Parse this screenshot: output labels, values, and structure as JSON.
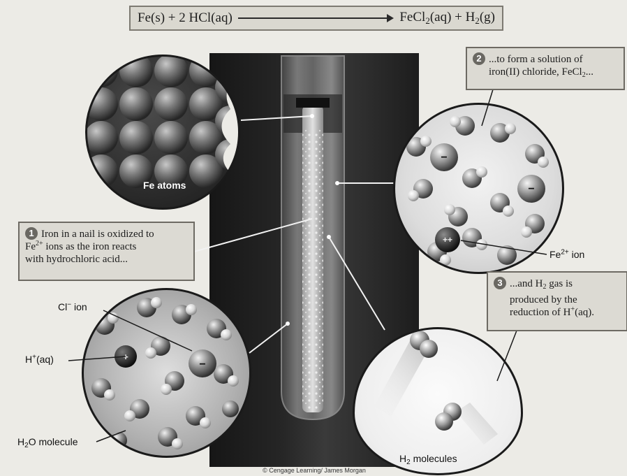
{
  "equation": {
    "left": "Fe(s) + 2 HCl(aq)",
    "right_prefix": "FeCl",
    "right_sub1": "2",
    "right_mid": "(aq) + H",
    "right_sub2": "2",
    "right_suffix": "(g)"
  },
  "callouts": {
    "step1": {
      "number": "1",
      "line1": "Iron in a nail is oxidized to",
      "line2_prefix": "Fe",
      "line2_sup": "2+",
      "line2_suffix": " ions as the iron reacts",
      "line3": "with hydrochloric acid..."
    },
    "step2": {
      "number": "2",
      "line1": "...to form a solution of",
      "line2_prefix": "iron(II) chloride, FeCl",
      "line2_sub": "2",
      "line2_suffix": "..."
    },
    "step3": {
      "number": "3",
      "line1_prefix": "...and H",
      "line1_sub": "2",
      "line1_suffix": " gas is",
      "line2": "produced by the",
      "line3_prefix": "reduction of H",
      "line3_sup": "+",
      "line3_suffix": "(aq)."
    }
  },
  "labels": {
    "fe_atoms": "Fe atoms",
    "fe2_ion_prefix": "Fe",
    "fe2_ion_sup": "2+",
    "fe2_ion_suffix": " ion",
    "cl_ion_prefix": "Cl",
    "cl_ion_sup": "−",
    "cl_ion_suffix": " ion",
    "h_aq_prefix": "H",
    "h_aq_sup": "+",
    "h_aq_suffix": "(aq)",
    "h2o_prefix": "H",
    "h2o_sub": "2",
    "h2o_suffix": "O molecule",
    "h2_prefix": "H",
    "h2_sub": "2",
    "h2_suffix": " molecules"
  },
  "photo_credit": "© Cengage Learning/ James Morgan",
  "ion_signs": {
    "minus": "−",
    "double_plus": "++",
    "plus": "+"
  },
  "colors": {
    "background": "#ecebe6",
    "box_fill": "#dcdad3",
    "box_border": "#6d6a63"
  }
}
